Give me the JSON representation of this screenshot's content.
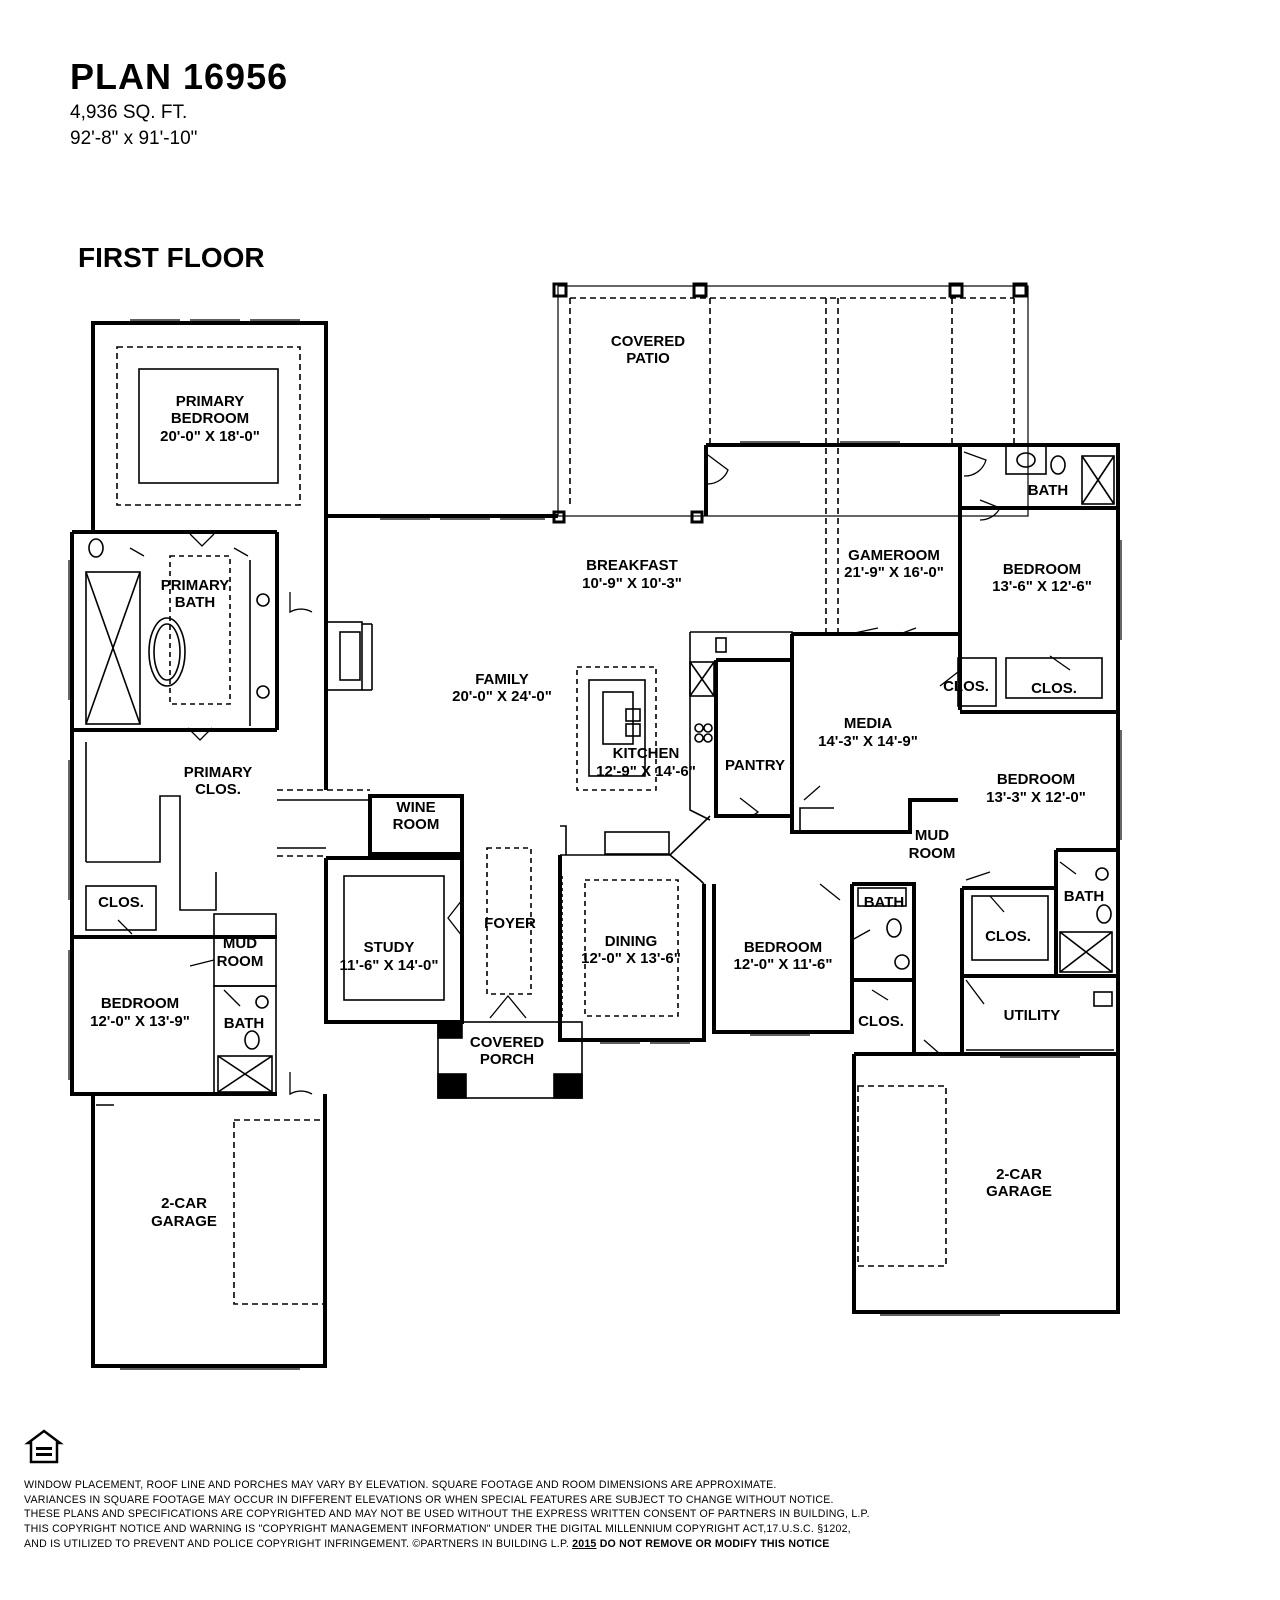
{
  "header": {
    "plan": "PLAN 16956",
    "sqft": "4,936 SQ. FT.",
    "dimensions": "92'-8\" x 91'-10\""
  },
  "floor_title": "FIRST FLOOR",
  "rooms": {
    "primary_bedroom": {
      "name": "PRIMARY",
      "name2": "BEDROOM",
      "size": "20'-0\" X 18'-0\""
    },
    "covered_patio": {
      "name": "COVERED",
      "name2": "PATIO"
    },
    "primary_bath": {
      "name": "PRIMARY",
      "name2": "BATH"
    },
    "breakfast": {
      "name": "BREAKFAST",
      "size": "10'-9\" X 10'-3\""
    },
    "gameroom": {
      "name": "GAMEROOM",
      "size": "21'-9\" X 16'-0\""
    },
    "bath_ne": {
      "name": "BATH"
    },
    "bedroom_ne": {
      "name": "BEDROOM",
      "size": "13'-6\" X 12'-6\""
    },
    "family": {
      "name": "FAMILY",
      "size": "20'-0\" X 24'-0\""
    },
    "kitchen": {
      "name": "KITCHEN",
      "size": "12'-9\" X 14'-6\""
    },
    "pantry": {
      "name": "PANTRY"
    },
    "media": {
      "name": "MEDIA",
      "size": "14'-3\" X 14'-9\""
    },
    "clos_media": {
      "name": "CLOS."
    },
    "clos_ne": {
      "name": "CLOS."
    },
    "bedroom_e": {
      "name": "BEDROOM",
      "size": "13'-3\" X 12'-0\""
    },
    "primary_clos": {
      "name": "PRIMARY",
      "name2": "CLOS."
    },
    "wine_room": {
      "name": "WINE",
      "name2": "ROOM"
    },
    "mud_room_e": {
      "name": "MUD",
      "name2": "ROOM"
    },
    "clos_w": {
      "name": "CLOS."
    },
    "mud_room_w": {
      "name": "MUD",
      "name2": "ROOM"
    },
    "study": {
      "name": "STUDY",
      "size": "11'-6\" X 14'-0\""
    },
    "foyer": {
      "name": "FOYER"
    },
    "dining": {
      "name": "DINING",
      "size": "12'-0\" X 13'-6\""
    },
    "bedroom_c": {
      "name": "BEDROOM",
      "size": "12'-0\" X 11'-6\""
    },
    "bath_c": {
      "name": "BATH"
    },
    "bath_e": {
      "name": "BATH"
    },
    "clos_e": {
      "name": "CLOS."
    },
    "bedroom_w": {
      "name": "BEDROOM",
      "size": "12'-0\" X 13'-9\""
    },
    "bath_w": {
      "name": "BATH"
    },
    "clos_c": {
      "name": "CLOS."
    },
    "utility": {
      "name": "UTILITY"
    },
    "covered_porch": {
      "name": "COVERED",
      "name2": "PORCH"
    },
    "garage_w": {
      "name": "2-CAR",
      "name2": "GARAGE"
    },
    "garage_e": {
      "name": "2-CAR",
      "name2": "GARAGE"
    }
  },
  "disclaimer": {
    "line1": "WINDOW PLACEMENT, ROOF LINE AND PORCHES MAY VARY BY ELEVATION.  SQUARE FOOTAGE AND ROOM DIMENSIONS ARE APPROXIMATE.",
    "line2": "VARIANCES IN SQUARE FOOTAGE MAY OCCUR IN DIFFERENT ELEVATIONS OR WHEN SPECIAL FEATURES ARE SUBJECT TO CHANGE WITHOUT NOTICE.",
    "line3": "THESE PLANS AND SPECIFICATIONS ARE COPYRIGHTED AND MAY NOT BE USED WITHOUT THE EXPRESS WRITTEN CONSENT OF PARTNERS IN BUILDING, L.P.",
    "line4": "THIS COPYRIGHT NOTICE AND WARNING IS \"COPYRIGHT MANAGEMENT INFORMATION\" UNDER THE DIGITAL MILLENNIUM COPYRIGHT ACT,17.U.S.C. §1202,",
    "line5a": "AND IS UTILIZED TO PREVENT AND POLICE COPYRIGHT INFRINGEMENT. ©PARTNERS IN BUILDING L.P.",
    "year": "2015",
    "notice": "DO NOT REMOVE OR MODIFY THIS NOTICE"
  }
}
